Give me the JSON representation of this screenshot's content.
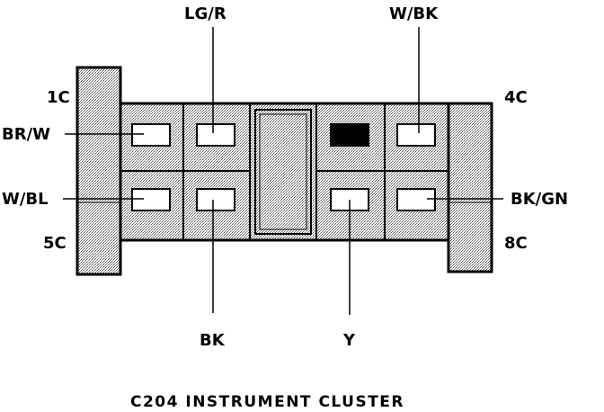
{
  "caption": "C204 INSTRUMENT CLUSTER",
  "labels": {
    "pin_1c": "1C",
    "pin_4c": "4C",
    "pin_5c": "5C",
    "pin_8c": "8C",
    "wire_lg_r": "LG/R",
    "wire_w_bk": "W/BK",
    "wire_br_w": "BR/W",
    "wire_w_bl": "W/BL",
    "wire_bk_gn": "BK/GN",
    "wire_bk": "BK",
    "wire_y": "Y"
  },
  "colors": {
    "outline": "#000000",
    "shading": "#c8c8c8",
    "background": "#ffffff"
  }
}
